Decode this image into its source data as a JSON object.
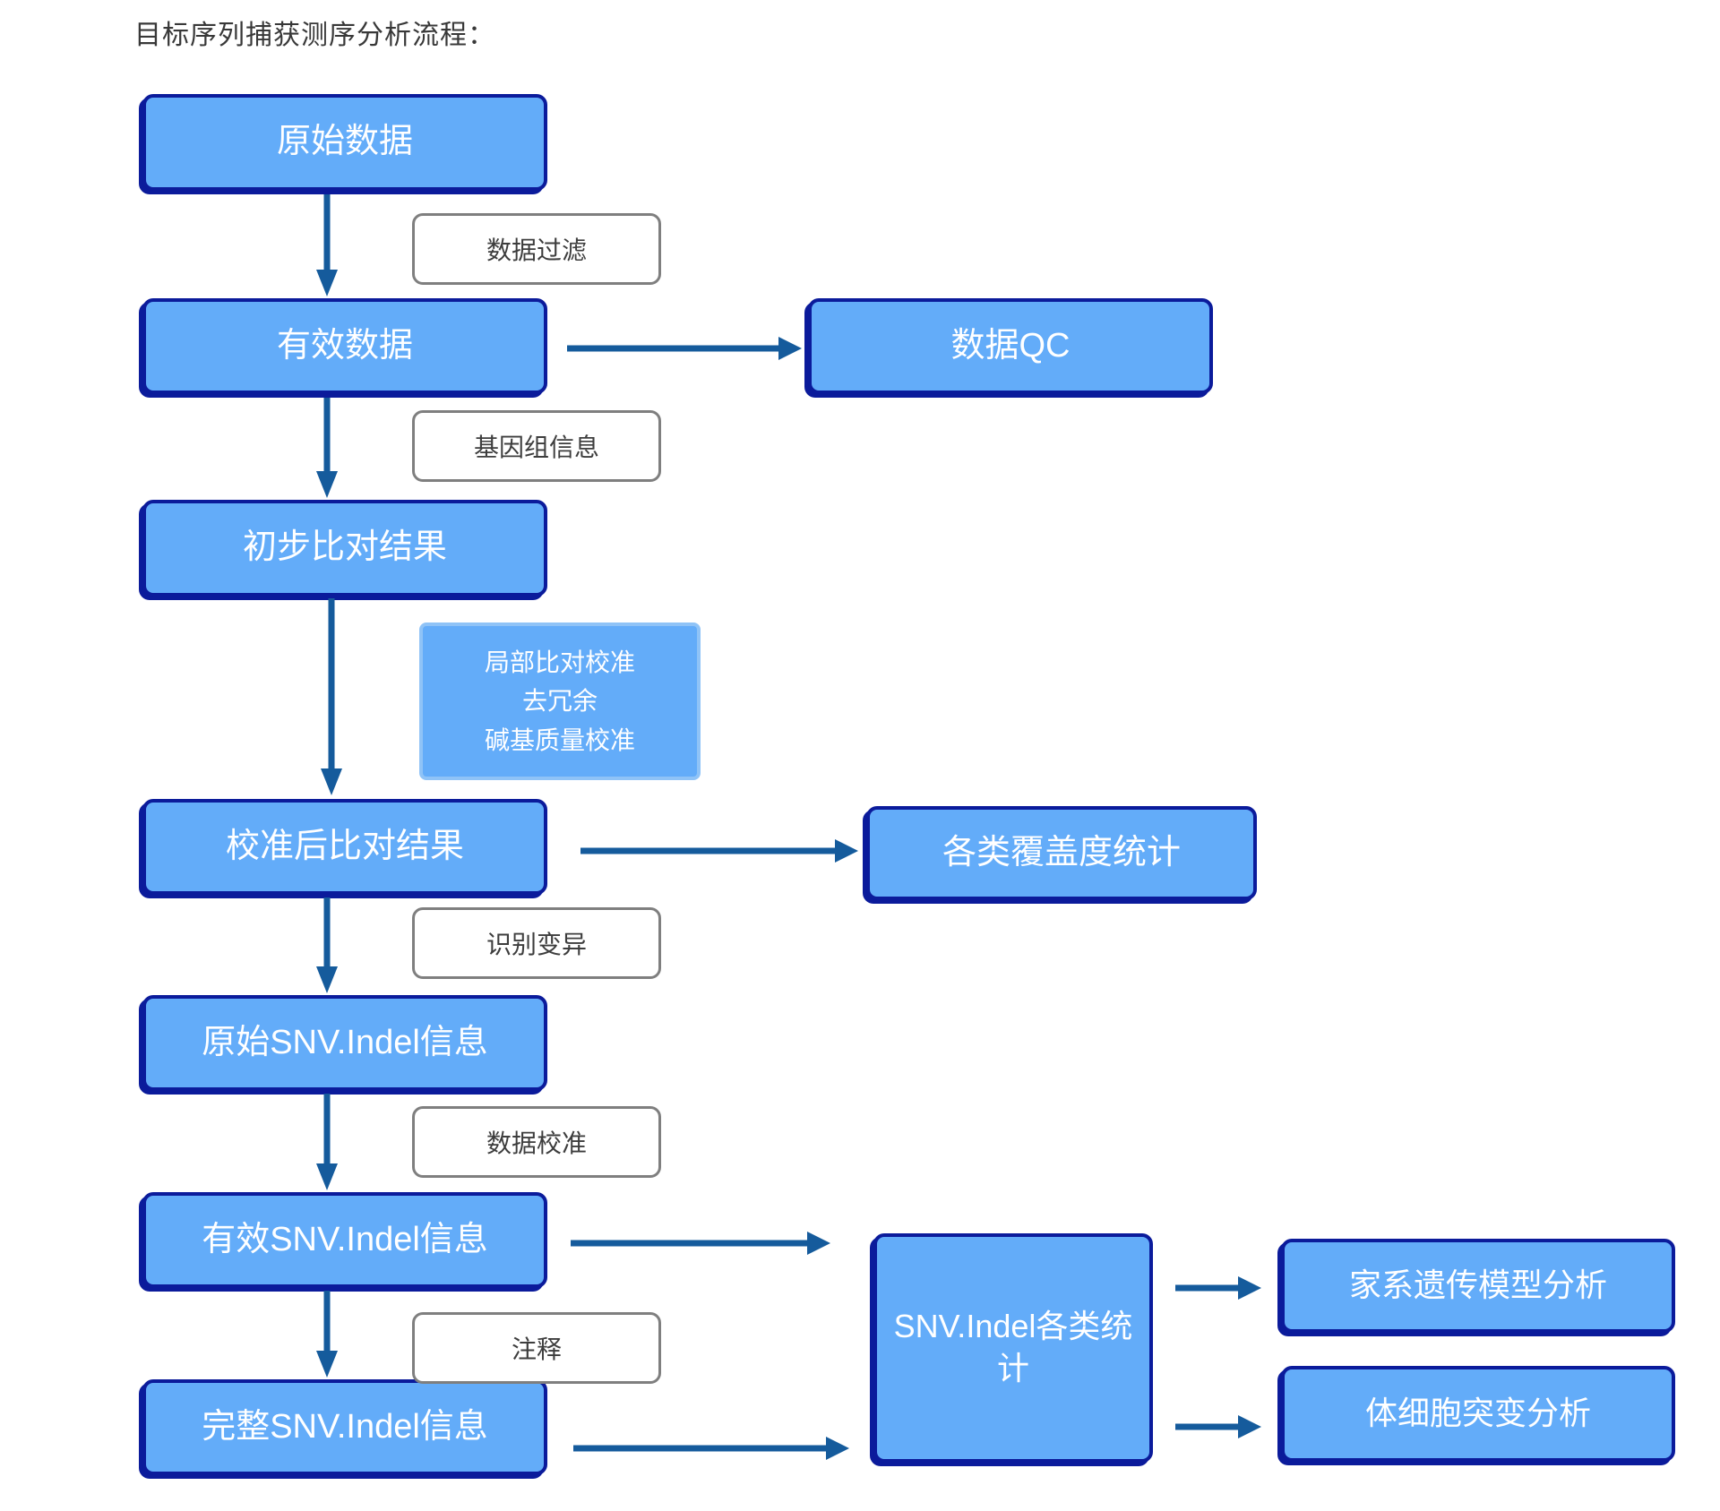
{
  "title": "目标序列捕获测序分析流程：",
  "flow": {
    "nodes": {
      "raw_data": "原始数据",
      "valid_data": "有效数据",
      "data_qc": "数据QC",
      "initial_alignment": "初步比对结果",
      "calibrated_alignment": "校准后比对结果",
      "coverage_stats": "各类覆盖度统计",
      "raw_snv_indel": "原始SNV.Indel信息",
      "valid_snv_indel": "有效SNV.Indel信息",
      "complete_snv_indel": "完整SNV.Indel信息",
      "snv_indel_stats": "SNV.Indel各类统计",
      "pedigree_model_analysis": "家系遗传模型分析",
      "somatic_mutation_analysis": "体细胞突变分析"
    },
    "process_labels": {
      "data_filter": "数据过滤",
      "genome_info": "基因组信息",
      "realign_lines": [
        "局部比对校准",
        "去冗余",
        "碱基质量校准"
      ],
      "variant_calling": "识别变异",
      "data_calibration": "数据校准",
      "annotation": "注释"
    },
    "edges": [
      {
        "from": "原始数据",
        "to": "有效数据",
        "label": "数据过滤"
      },
      {
        "from": "有效数据",
        "to": "数据QC"
      },
      {
        "from": "有效数据",
        "to": "初步比对结果",
        "label": "基因组信息"
      },
      {
        "from": "初步比对结果",
        "to": "校准后比对结果",
        "label": "局部比对校准 去冗余 碱基质量校准"
      },
      {
        "from": "校准后比对结果",
        "to": "各类覆盖度统计"
      },
      {
        "from": "校准后比对结果",
        "to": "原始SNV.Indel信息",
        "label": "识别变异"
      },
      {
        "from": "原始SNV.Indel信息",
        "to": "有效SNV.Indel信息",
        "label": "数据校准"
      },
      {
        "from": "有效SNV.Indel信息",
        "to": "SNV.Indel各类统计"
      },
      {
        "from": "有效SNV.Indel信息",
        "to": "完整SNV.Indel信息",
        "label": "注释"
      },
      {
        "from": "完整SNV.Indel信息",
        "to": "SNV.Indel各类统计"
      },
      {
        "from": "SNV.Indel各类统计",
        "to": "家系遗传模型分析"
      },
      {
        "from": "SNV.Indel各类统计",
        "to": "体细胞突变分析"
      }
    ],
    "colors": {
      "node_fill": "#63acf9",
      "node_border": "#0b1b9b",
      "node_text": "#ffffff",
      "arrow": "#155b9c",
      "process_label_border": "#7f7f7f",
      "process_label_text": "#3d3d3d",
      "realign_label_border": "#8fc3f7",
      "title_text": "#383838"
    }
  }
}
